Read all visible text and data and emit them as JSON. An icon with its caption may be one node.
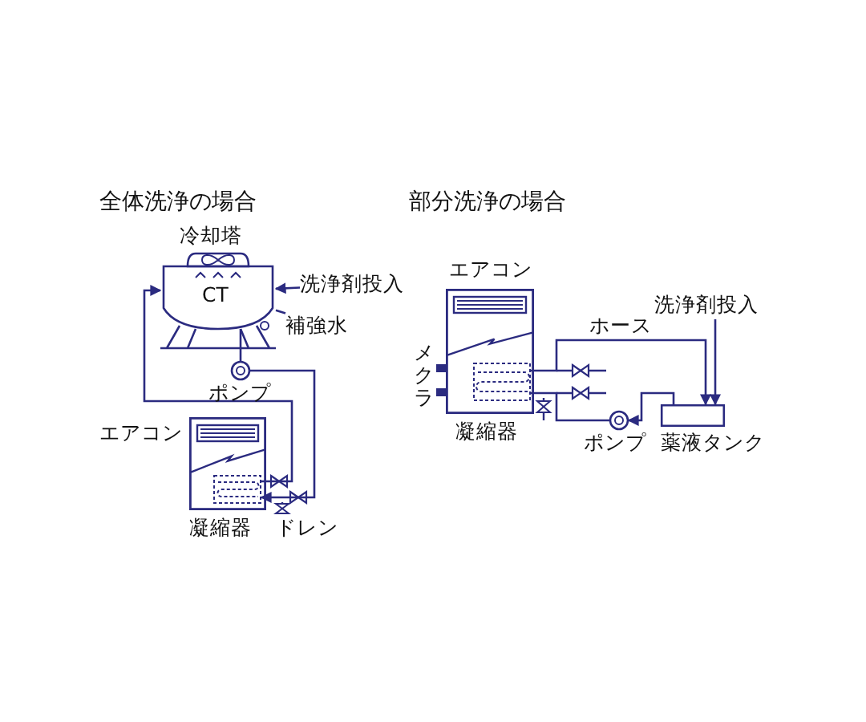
{
  "diagram": {
    "nodes": [
      {
        "text": [
          "冷却塔",
          "CT"
        ]
      },
      {
        "text": [
          "洗浄剤投入"
        ]
      },
      {
        "text": [
          "補強水"
        ]
      },
      {
        "text": [],
        "shape": "circle",
        "beside": [
          "ポンプ"
        ]
      },
      {
        "text": [
          "エアコン"
        ],
        "beside": [
          "凝縮器"
        ]
      },
      {
        "text": [],
        "shape": "box",
        "in": 4
      },
      {
        "text": [
          "エアコン"
        ],
        "beside": [
          "凝縮器"
        ]
      },
      {
        "text": [],
        "shape": "box",
        "in": 6
      },
      {
        "text": [
          "洗浄剤投入"
        ]
      },
      {
        "text": [
          "薬液タンク"
        ]
      },
      {
        "text": [],
        "shape": "circle",
        "beside": [
          "ポンプ"
        ]
      }
    ],
    "edges": [
      {
        "from": 1,
        "to": 0,
        "arrow": "to"
      },
      {
        "from": 2,
        "to": 0,
        "arrow": "none"
      },
      {
        "from": 0,
        "to": 3,
        "arrow": "none"
      },
      {
        "from": 3,
        "to": 5,
        "arrow": "to"
      },
      {
        "from": 5,
        "to": 0,
        "arrow": "to"
      },
      {
        "from": 7,
        "to": 9,
        "arrow": "to",
        "label": "ホース"
      },
      {
        "from": 9,
        "to": 10,
        "arrow": "to"
      },
      {
        "from": 10,
        "to": 7,
        "arrow": "none"
      },
      {
        "from": 8,
        "to": 9,
        "arrow": "to"
      }
    ],
    "labels": [
      "全体洗浄の場合",
      "部分洗浄の場合",
      "ドレン",
      "メクラ"
    ]
  }
}
